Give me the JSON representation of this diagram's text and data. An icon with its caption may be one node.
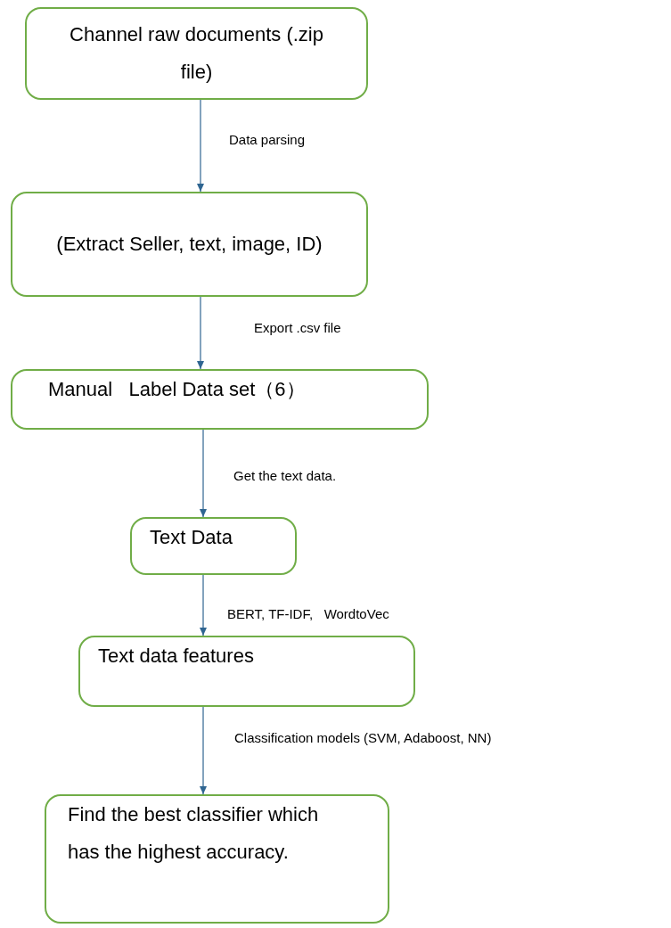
{
  "diagram": {
    "nodes": [
      {
        "text": [
          "Channel raw documents (.zip file)"
        ]
      },
      {
        "text": [
          "(Extract Seller, text, image, ID)"
        ]
      },
      {
        "text": [
          "Manual   Label Data set（6）"
        ]
      },
      {
        "text": [
          "Text Data"
        ]
      },
      {
        "text": [
          "Text data features"
        ]
      },
      {
        "text": [
          "Find the best classifier which has the highest accuracy."
        ]
      }
    ],
    "edges": [
      {
        "from": 0,
        "to": 1,
        "arrow": "to",
        "label": "Data parsing"
      },
      {
        "from": 1,
        "to": 2,
        "arrow": "to",
        "label": "Export .csv file"
      },
      {
        "from": 2,
        "to": 3,
        "arrow": "to",
        "label": "Get the text data."
      },
      {
        "from": 3,
        "to": 4,
        "arrow": "to",
        "label": "BERT, TF-IDF,   WordtoVec"
      },
      {
        "from": 4,
        "to": 5,
        "arrow": "to",
        "label": "Classification models (SVM, Adaboost, NN)"
      }
    ]
  }
}
